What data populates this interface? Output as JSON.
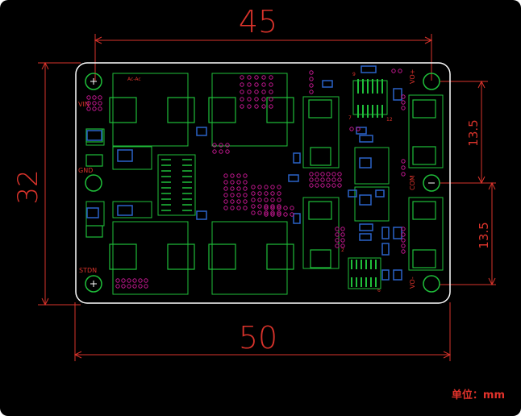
{
  "dimensions": {
    "top_width": "45",
    "bottom_width": "50",
    "left_height": "32",
    "right_upper_spacing": "13.5",
    "right_lower_spacing": "13.5"
  },
  "unit_label": "单位：mm",
  "pad_labels": {
    "vin": "VIN",
    "gnd": "GND",
    "stdn": "STDN",
    "vo_plus": "VO+",
    "com": "COM",
    "vo_minus": "VO-"
  },
  "silk_small": {
    "ac_label": "Ac-Ac",
    "pin_9": "9",
    "pin_7": "7",
    "pin_12": "12",
    "pin_6": "6",
    "pin_2": "2"
  },
  "colors": {
    "background": "#000000",
    "dimension": "#d9332b",
    "board_outline": "#ffffff",
    "copper_outline": "#1fbf3a",
    "via": "#c2188f",
    "pad_blue": "#2a63c8",
    "silk_label": "#d9332b"
  }
}
